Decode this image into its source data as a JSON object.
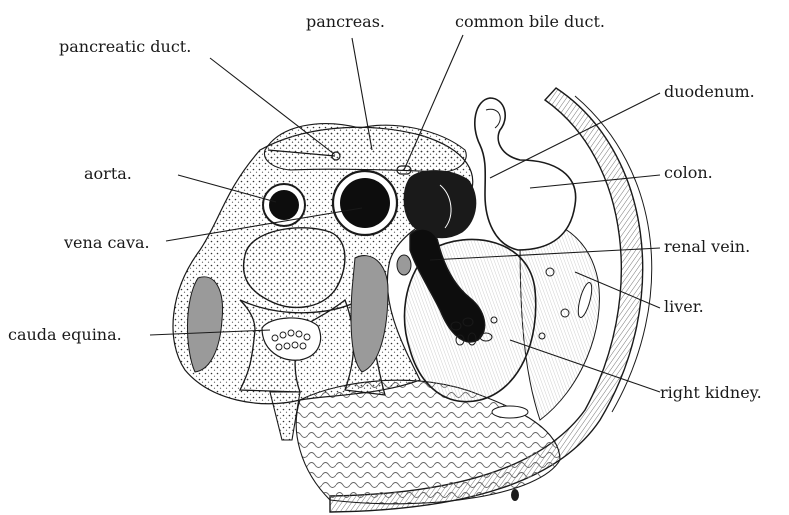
{
  "labels": {
    "pancreas": "pancreas.",
    "common_bile_duct": "common bile duct.",
    "pancreatic_duct": "pancreatic duct.",
    "duodenum": "duodenum.",
    "aorta": "aorta.",
    "colon": "colon.",
    "renal_vein": "renal vein.",
    "vena_cava": "vena cava.",
    "liver": "liver.",
    "cauda_equina": "cauda equina.",
    "right_kidney": "right kidney."
  },
  "colors": {
    "ink": "#1a1a1a",
    "paper": "#ffffff",
    "tissue": "#f4f4f4",
    "dense": "#9a9a9a"
  }
}
